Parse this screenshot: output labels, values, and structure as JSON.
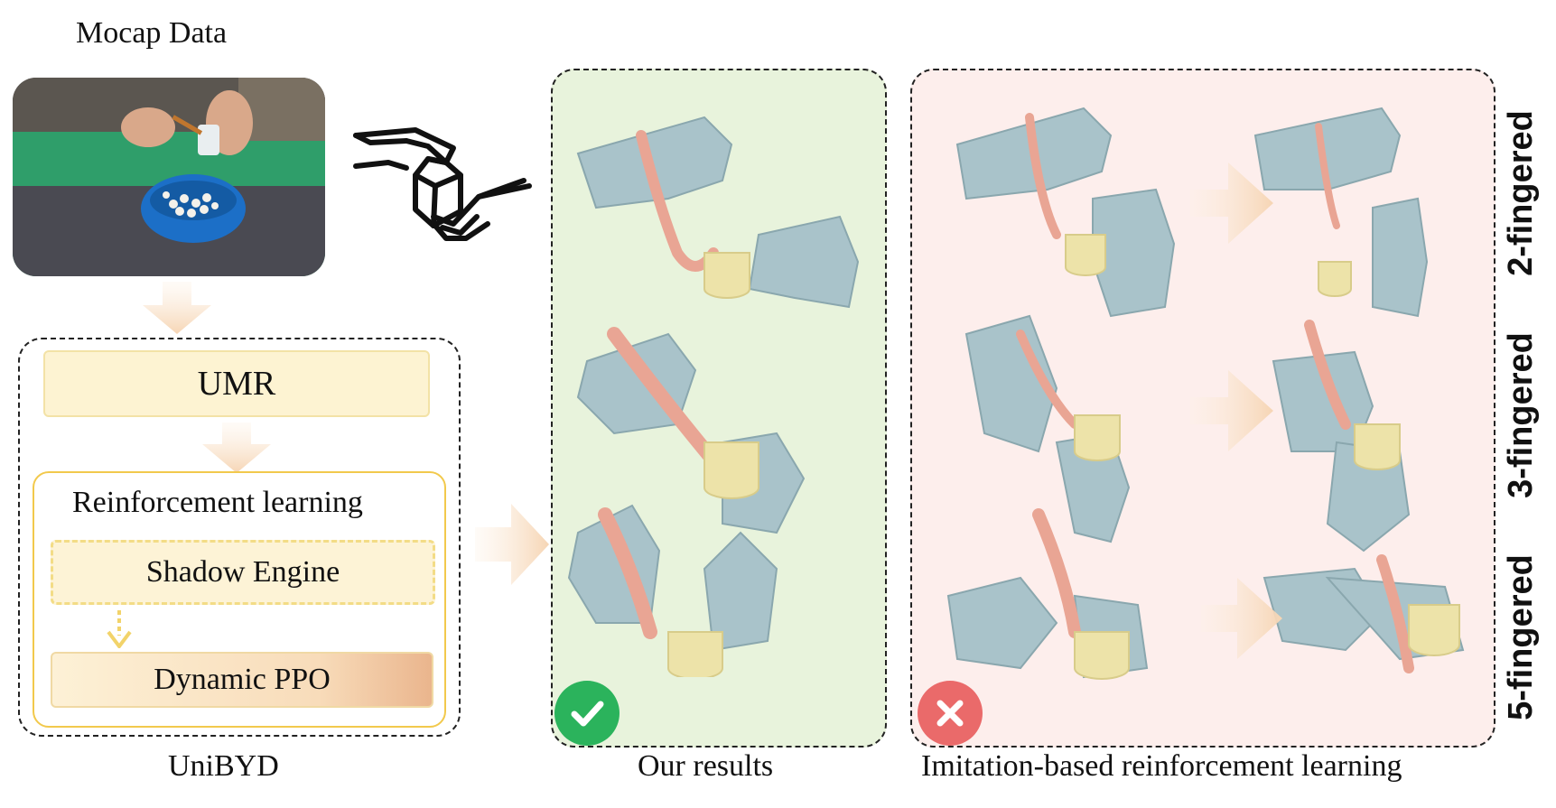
{
  "mocap": {
    "title": "Mocap Data"
  },
  "unibyd": {
    "caption": "UniBYD",
    "umr_label": "UMR",
    "rl_label": "Reinforcement learning",
    "shadow_label": "Shadow Engine",
    "ppo_label": "Dynamic PPO"
  },
  "results": {
    "caption": "Our results",
    "status_icon": "check-icon"
  },
  "baseline": {
    "caption": "Imitation-based reinforcement learning",
    "status_icon": "cross-icon"
  },
  "rows": [
    "2-fingered",
    "3-fingered",
    "5-fingered"
  ],
  "colors": {
    "results_panel": "#e8f3dc",
    "baseline_panel": "#fdeeec",
    "check": "#2bb35c",
    "cross": "#ea6a6a",
    "arrow": "#f8dcc0",
    "robot": "#a9c3ca",
    "spoon": "#e9a594",
    "cup": "#ede3a9"
  }
}
